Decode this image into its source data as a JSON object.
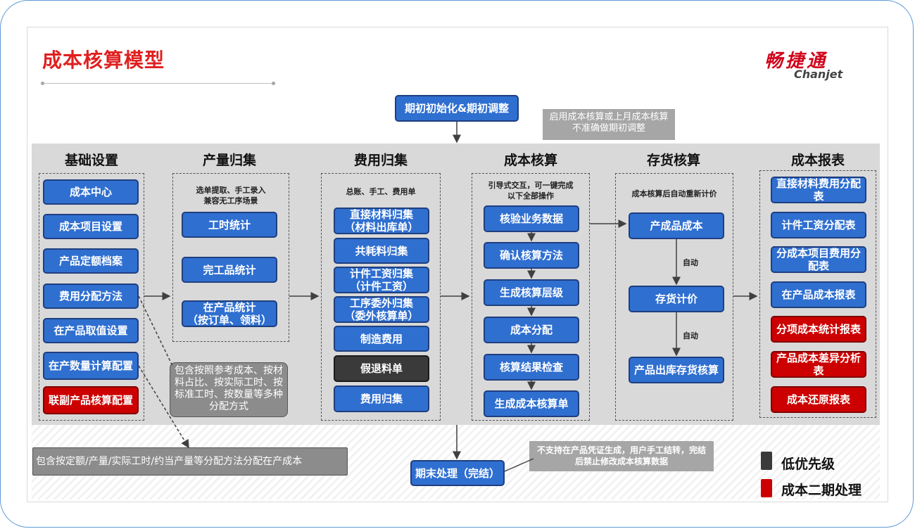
{
  "title": "成本核算模型",
  "logo": {
    "cn": "畅捷通",
    "en": "Chanjet"
  },
  "top": {
    "init_box": "期初初始化&期初调整",
    "init_note": "启用成本核算或上月成本核算不准确做期初调整"
  },
  "columns": {
    "basic": {
      "header": "基础设置",
      "items": [
        "成本中心",
        "成本项目设置",
        "产品定额档案",
        "费用分配方法",
        "在产品取值设置",
        "在产数量计算配置",
        "联副产品核算配置"
      ]
    },
    "output": {
      "header": "产量归集",
      "note": "选单提取、手工录入\n兼容无工序场景",
      "items": [
        "工时统计",
        "完工品统计",
        "在产品统计\n（按订单、领料）"
      ]
    },
    "expense": {
      "header": "费用归集",
      "note": "总账、手工、费用单",
      "items": [
        "直接材料归集\n（材料出库单）",
        "共耗料归集",
        "计件工资归集\n（计件工资）",
        "工序委外归集\n（委外核算单）",
        "制造费用",
        "假退料单",
        "费用归集"
      ]
    },
    "costing": {
      "header": "成本核算",
      "note": "引导式交互，可一键完成\n以下全部操作",
      "items": [
        "核验业务数据",
        "确认核算方法",
        "生成核算层级",
        "成本分配",
        "核算结果检查",
        "生成成本核算单"
      ]
    },
    "inventory": {
      "header": "存货核算",
      "note": "成本核算后自动重新计价",
      "items": [
        "产成品成本",
        "存货计价",
        "产品出库存货核算"
      ],
      "auto_label_1": "自动",
      "auto_label_2": "自动"
    },
    "reports": {
      "header": "成本报表",
      "items": [
        "直接材料费用分配表",
        "计件工资分配表",
        "分成本项目费用分配表",
        "在产品成本报表",
        "分项成本统计报表",
        "产品成本差异分析表",
        "成本还原报表"
      ]
    }
  },
  "callouts": {
    "alloc_methods": "包含按照参考成本、按材料占比、按实际工时、按标准工时、按数量等多种分配方式",
    "wip_methods": "包含按定额/产量/实际工时/约当产量等分配方法分配在产成本",
    "close_note": "不支持在产品凭证生成，用户手工结转，完结后禁止修改成本核算数据"
  },
  "bottom": {
    "close_box": "期末处理（完结）"
  },
  "legend": [
    {
      "label": "低优先级",
      "color": "#3a3a3a"
    },
    {
      "label": "成本二期处理",
      "color": "#cc0000"
    }
  ],
  "colors": {
    "primary_box": "#2f6fd0",
    "phase2": "#cc0000",
    "low_priority": "#3a3a3a",
    "title": "#e02020"
  }
}
